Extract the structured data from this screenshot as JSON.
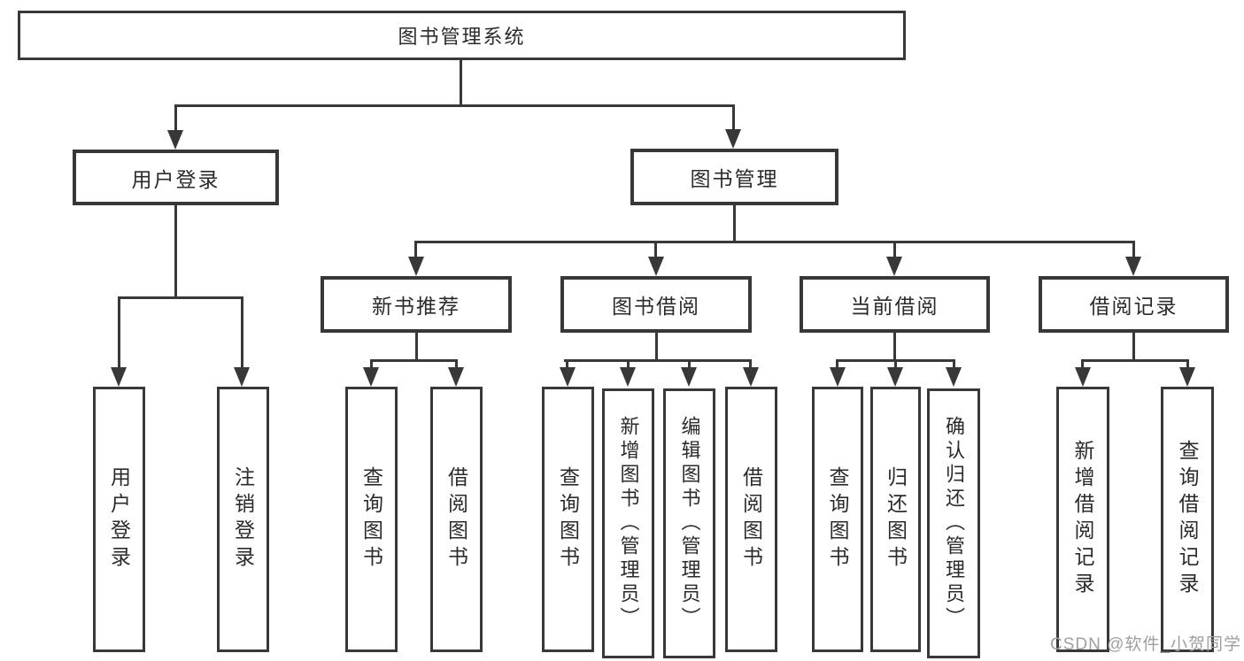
{
  "diagram": {
    "root": {
      "label": "图书管理系统"
    },
    "branches": [
      {
        "label": "用户登录",
        "children": [
          {
            "label": "用户登录"
          },
          {
            "label": "注销登录"
          }
        ]
      },
      {
        "label": "图书管理",
        "children": [
          {
            "label": "新书推荐",
            "children": [
              {
                "label": "查询图书"
              },
              {
                "label": "借阅图书"
              }
            ]
          },
          {
            "label": "图书借阅",
            "children": [
              {
                "label": "查询图书"
              },
              {
                "label": "新增图书（管理员）"
              },
              {
                "label": "编辑图书（管理员）"
              },
              {
                "label": "借阅图书"
              }
            ]
          },
          {
            "label": "当前借阅",
            "children": [
              {
                "label": "查询图书"
              },
              {
                "label": "归还图书"
              },
              {
                "label": "确认归还（管理员）"
              }
            ]
          },
          {
            "label": "借阅记录",
            "children": [
              {
                "label": "新增借阅记录"
              },
              {
                "label": "查询借阅记录"
              }
            ]
          }
        ]
      }
    ]
  },
  "watermark": {
    "text": "CSDN @软件_小贺同学"
  },
  "colors": {
    "line": "#383838",
    "text": "#2b2b2b",
    "watermark": "#9f9f9f",
    "background": "#ffffff"
  }
}
